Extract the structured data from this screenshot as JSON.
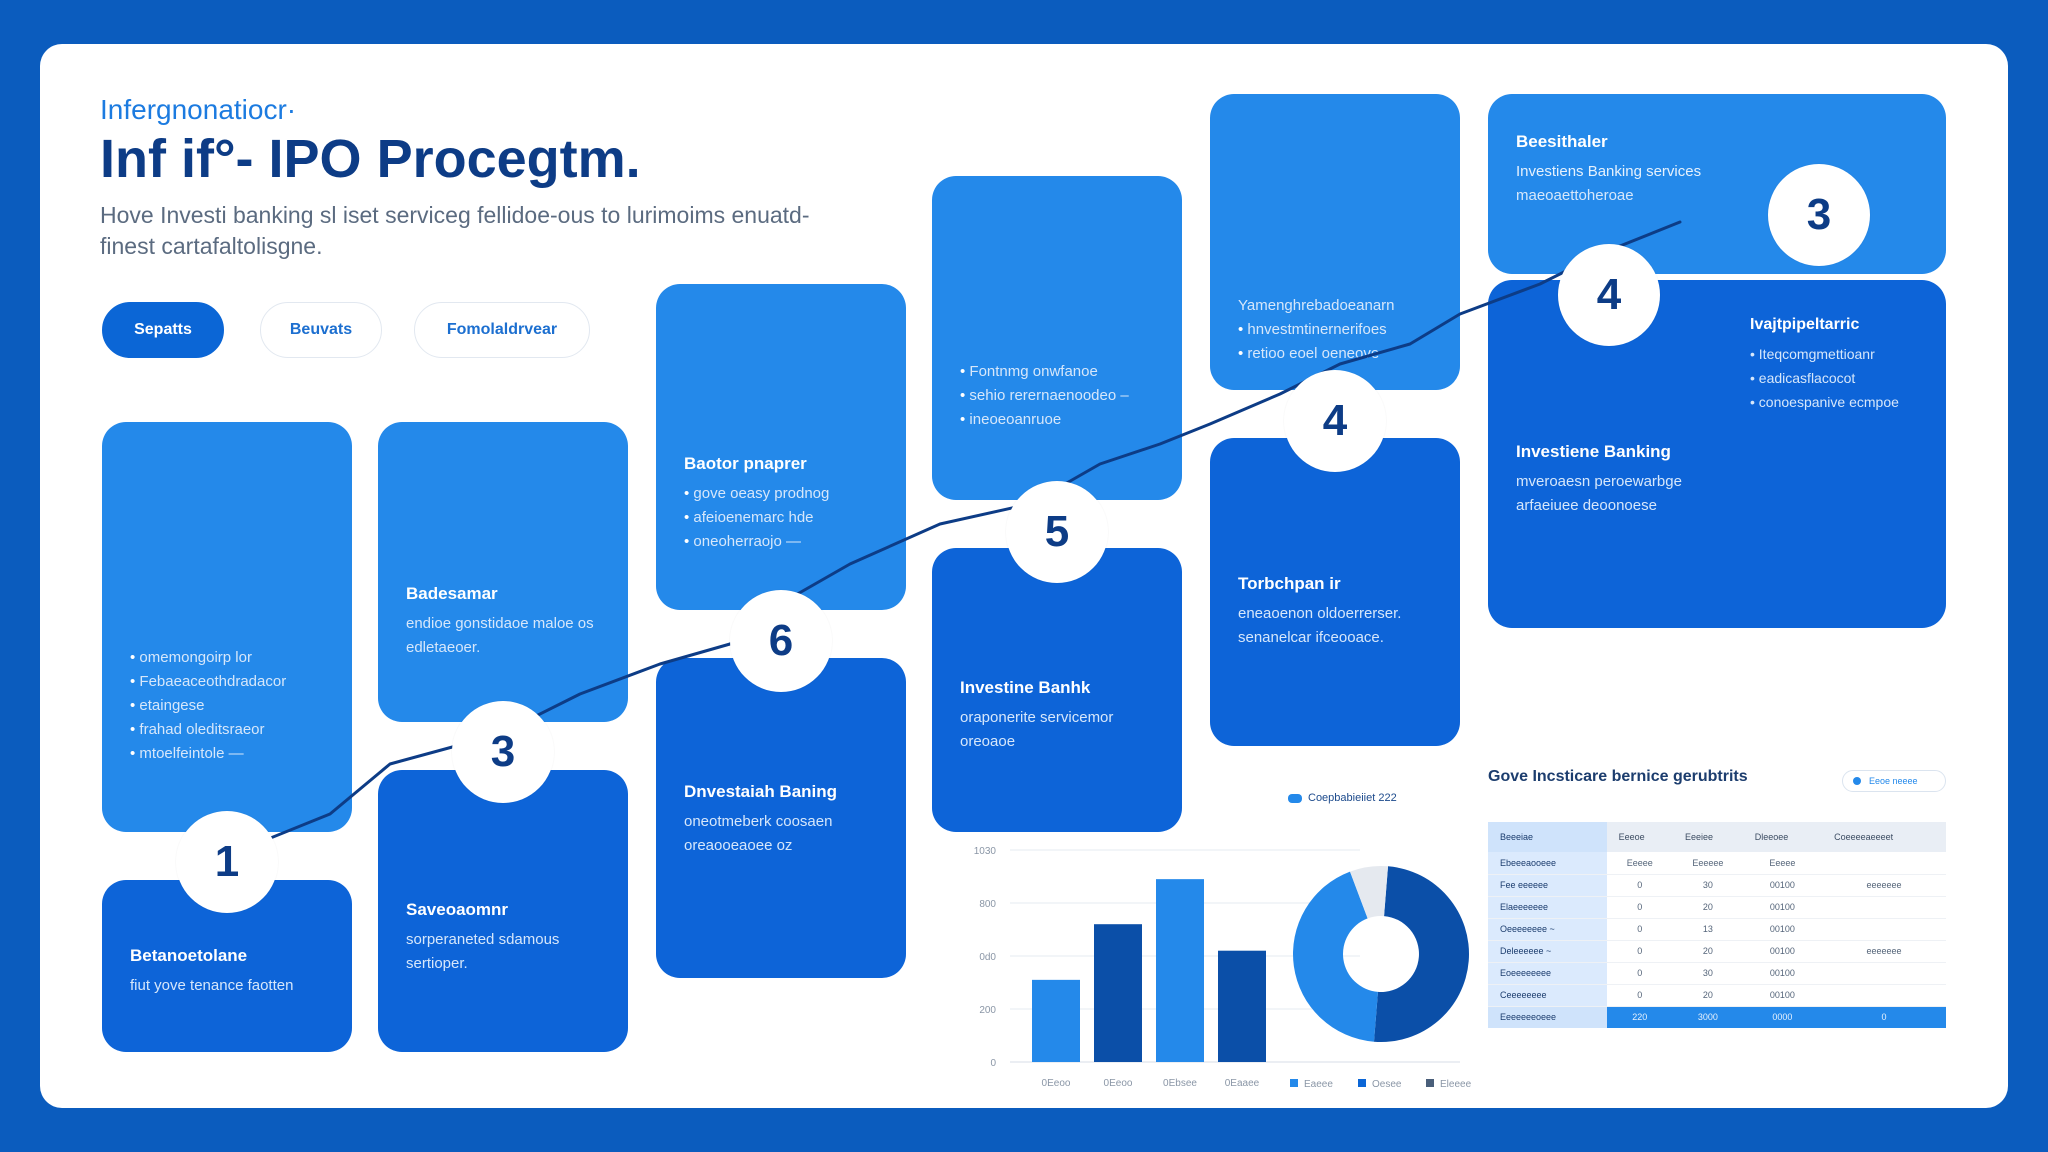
{
  "header": {
    "eyebrow": "Infergnonatiocr·",
    "title": "Inf if°- IPO Procegtm.",
    "subtitle": "Hove Investi banking  sl iset serviceg fellidoe-ous to lurimoims enuatd-finest cartafaltolisgne."
  },
  "pills": [
    {
      "label": "Sepatts",
      "active": true
    },
    {
      "label": "Beuvats",
      "active": false
    },
    {
      "label": "Fomolaldrvear",
      "active": false
    }
  ],
  "tiles": {
    "t1_upper": {
      "items": [
        "omemongoirp      lor",
        "Febaeaceothdradacor",
        "etaingese",
        "frahad oleditsraeor",
        "mtoelfeintole —"
      ]
    },
    "t1_lower": {
      "title": "Betanoetolane",
      "text": "fiut yove tenance faotten"
    },
    "t3_upper": {
      "title": "Badesamar",
      "text": "endioe gonstidaoe maloe os edletaeoer."
    },
    "t3_lower": {
      "title": "Saveoaomnr",
      "text": "sorperaneted sdamous sertioper."
    },
    "t6_upper": {
      "title": "Baotor pnaprer",
      "items": [
        "gove oeasy prodnog",
        "afeioenemarc hde",
        "oneoherraojo —"
      ]
    },
    "t6_lower": {
      "title": "Dnvestaiah Baning",
      "text": "oneotmeberk coosaen oreaooeaoee oz"
    },
    "t5_upper": {
      "items": [
        "Fontnmg onwfanoe",
        "sehio rerernaenoodeo –",
        "ineoeoanruoe"
      ]
    },
    "t5_lower": {
      "title": "Investine Banhk",
      "text": "oraponerite servicemor oreoaoe"
    },
    "t4_upper": {
      "text": "Yamenghrebadoeanarn",
      "items": [
        "hnvestmtinernerifoes",
        "retioo eoel oeneove"
      ]
    },
    "t4_lower": {
      "title": "Torbchpan ir",
      "text": "eneaoenon oldoerrerser. senanelcar ifceooace."
    },
    "t4b_upper": {
      "title": "Beesithaler",
      "lines": [
        "Investiens Banking services",
        "maeoaettoheroae"
      ]
    },
    "t4b_lower": {
      "title": "Investiene Banking",
      "text": "mveroaesn peroewarbge arfaeiuee deoonoese"
    },
    "t3b_side": {
      "title": "Ivajtpipeltarric",
      "items": [
        "Iteqcomgmettioanr",
        "eadicasflacocot",
        "conoespanive ecmpoe"
      ]
    }
  },
  "steps": [
    "1",
    "3",
    "6",
    "5",
    "4",
    "4",
    "3"
  ],
  "chart_data": [
    {
      "type": "bar",
      "title": "",
      "categories": [
        "0Eeoo",
        "0Eeoo",
        "0Ebsee",
        "0Eaaee"
      ],
      "values": [
        310,
        520,
        690,
        420
      ],
      "ylim": [
        0,
        800
      ],
      "yticks": [
        "0",
        "200",
        "400",
        "600",
        "800"
      ],
      "ytick_labels": [
        "0",
        "200",
        "0d0",
        "800",
        "1030"
      ],
      "legend": [
        "Eaeee",
        "Oesee",
        "Eleeee"
      ],
      "colors": [
        "#2489ea",
        "#0b4fa8",
        "#2489ea",
        "#0b4fa8"
      ],
      "legend_colors": [
        "#2489ea",
        "#0b66d6",
        "#4a5f7a"
      ],
      "grid": true
    },
    {
      "type": "pie",
      "legend": [
        "Coepbabieiiet 222"
      ],
      "values": [
        50,
        43,
        7
      ],
      "colors": [
        "#0b4fa8",
        "#2489ea",
        "#e5e9ef"
      ],
      "donut": true
    }
  ],
  "table": {
    "title": "Gove Incsticare bernice gerubtrits",
    "chip": "Eeoe neeee",
    "headers": [
      "Beeeiae",
      "Eeeoe",
      "Eeeiee",
      "Dleeoee",
      "Coeeeeaeeeet"
    ],
    "rows": [
      [
        "Ebeeeaooeee",
        "Eeeee",
        "Eeeeee",
        "Eeeee",
        ""
      ],
      [
        "Fee eeeeee",
        "0",
        "30",
        "00100",
        "eeeeeee"
      ],
      [
        "Elaeeeeeee",
        "0",
        "20",
        "00100",
        ""
      ],
      [
        "Oeeeeeeee  ~",
        "0",
        "13",
        "00100",
        ""
      ],
      [
        "Deleeeeee  ~",
        "0",
        "20",
        "00100",
        "eeeeeee"
      ],
      [
        "Eoeeeeeeee",
        "0",
        "30",
        "00100",
        ""
      ],
      [
        "Ceeeeeeee",
        "0",
        "20",
        "00100",
        ""
      ]
    ],
    "total": [
      "Eeeeeeeoeee",
      "220",
      "3000",
      "0000",
      "0"
    ]
  }
}
